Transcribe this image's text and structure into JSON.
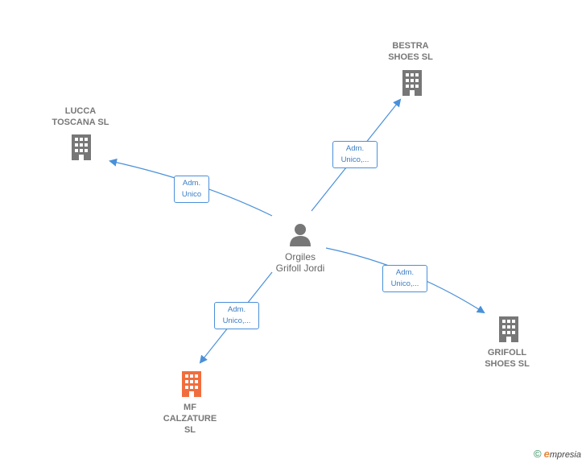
{
  "colors": {
    "edge": "#4a90d9",
    "building_default": "#777777",
    "building_highlight": "#f26d3d",
    "person": "#777777"
  },
  "person": {
    "name": "Orgiles\nGrifoll Jordi",
    "icon": "person-icon"
  },
  "companies": [
    {
      "id": "bestra",
      "name": "BESTRA\nSHOES SL",
      "icon": "building-icon",
      "highlight": false
    },
    {
      "id": "lucca",
      "name": "LUCCA\nTOSCANA  SL",
      "icon": "building-icon",
      "highlight": false
    },
    {
      "id": "grifoll",
      "name": "GRIFOLL\nSHOES  SL",
      "icon": "building-icon",
      "highlight": false
    },
    {
      "id": "mf",
      "name": "MF\nCALZATURE\nSL",
      "icon": "building-icon",
      "highlight": true
    }
  ],
  "edges": [
    {
      "to": "bestra",
      "label": "Adm.\nUnico,..."
    },
    {
      "to": "lucca",
      "label": "Adm.\nUnico"
    },
    {
      "to": "grifoll",
      "label": "Adm.\nUnico,..."
    },
    {
      "to": "mf",
      "label": "Adm.\nUnico,..."
    }
  ],
  "brand": {
    "copyright": "©",
    "first_letter": "e",
    "rest": "mpresia"
  }
}
